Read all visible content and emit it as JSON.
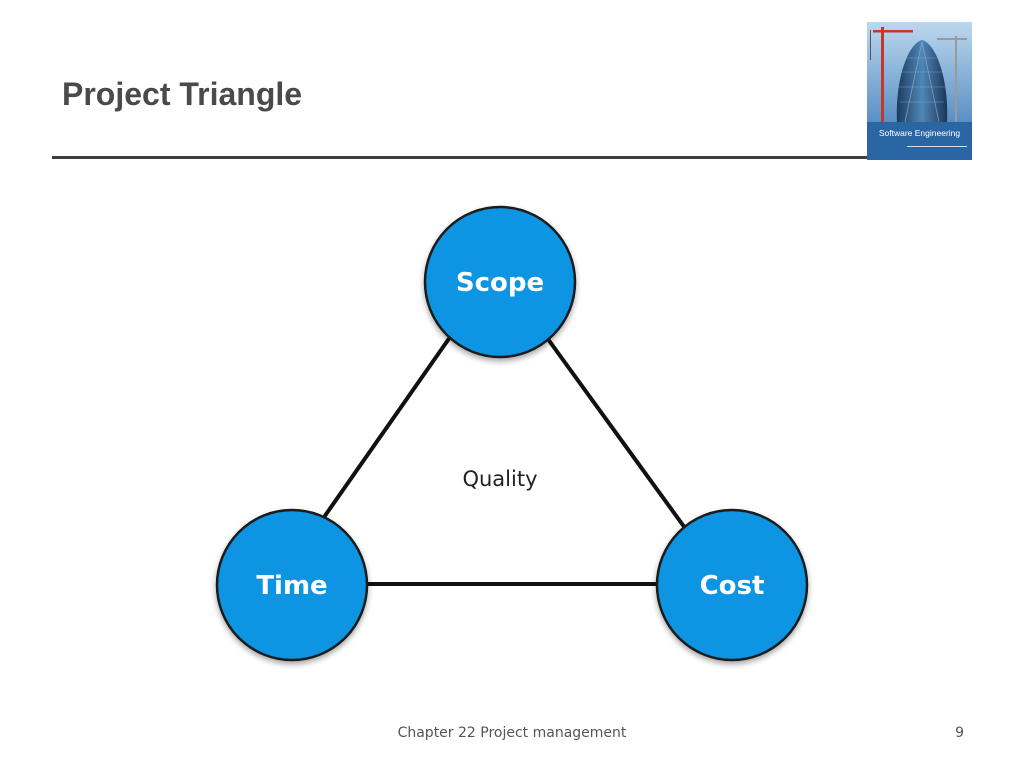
{
  "slide": {
    "title": "Project Triangle",
    "footer": "Chapter 22 Project management",
    "page_number": "9"
  },
  "cover": {
    "title": "Software Engineering"
  },
  "diagram": {
    "nodes": {
      "top": "Scope",
      "left": "Time",
      "right": "Cost"
    },
    "center": "Quality",
    "colors": {
      "node_fill": "#0f95e4",
      "node_stroke": "#1a1a1a",
      "edge": "#111111"
    }
  }
}
